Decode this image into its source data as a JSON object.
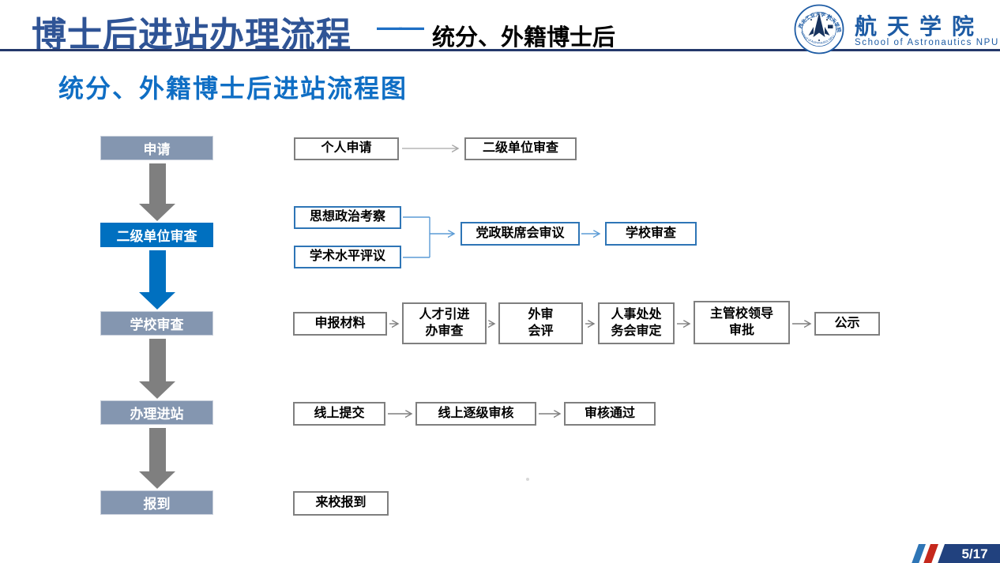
{
  "slide": {
    "title_main": "博士后进站办理流程",
    "title_dash": "——",
    "title_suffix": "统分、外籍博士后",
    "subtitle": "统分、外籍博士后进站流程图",
    "page_number": "5/17"
  },
  "logo": {
    "name_cn": "航天学院",
    "name_en": "School of Astronautics NPU",
    "emblem_arc_top": "西北工业大学 航天学院",
    "emblem_arc_bottom": "School of Astronautics NPU"
  },
  "stages": [
    {
      "label": "申请",
      "state": "default"
    },
    {
      "label": "二级单位审查",
      "state": "active"
    },
    {
      "label": "学校审查",
      "state": "default"
    },
    {
      "label": "办理进站",
      "state": "default"
    },
    {
      "label": "报到",
      "state": "default"
    }
  ],
  "process": {
    "apply_row": [
      "个人申请",
      "二级单位审查"
    ],
    "unit_review_row": {
      "inputs": [
        "思想政治考察",
        "学术水平评议"
      ],
      "steps": [
        "党政联席会审议",
        "学校审查"
      ]
    },
    "school_review_row": [
      "申报材料",
      "人才引进\n办审查",
      "外审\n会评",
      "人事处处\n务会审定",
      "主管校领导\n审批",
      "公示"
    ],
    "entry_row": [
      "线上提交",
      "线上逐级审核",
      "审核通过"
    ],
    "report_row": [
      "来校报到"
    ]
  },
  "colors": {
    "title_blue": "#2F5496",
    "subtitle_blue": "#0F6EC4",
    "stage_default_fill": "#8496B0",
    "stage_active_fill": "#0070C0",
    "block_arrow_gray": "#7F7F7F",
    "block_arrow_blue": "#0070C0",
    "flow_border_gray": "#7F7F7F",
    "flow_border_blue": "#2E75B6",
    "connector_blue": "#5B9BD5",
    "connector_gray": "#A6A6A6",
    "header_rule": "#24386B",
    "footer_bar": "#21417E",
    "footer_stripe_red": "#C5281C",
    "footer_stripe_blue": "#2E75B6",
    "logo_blue": "#1D5BA4"
  }
}
